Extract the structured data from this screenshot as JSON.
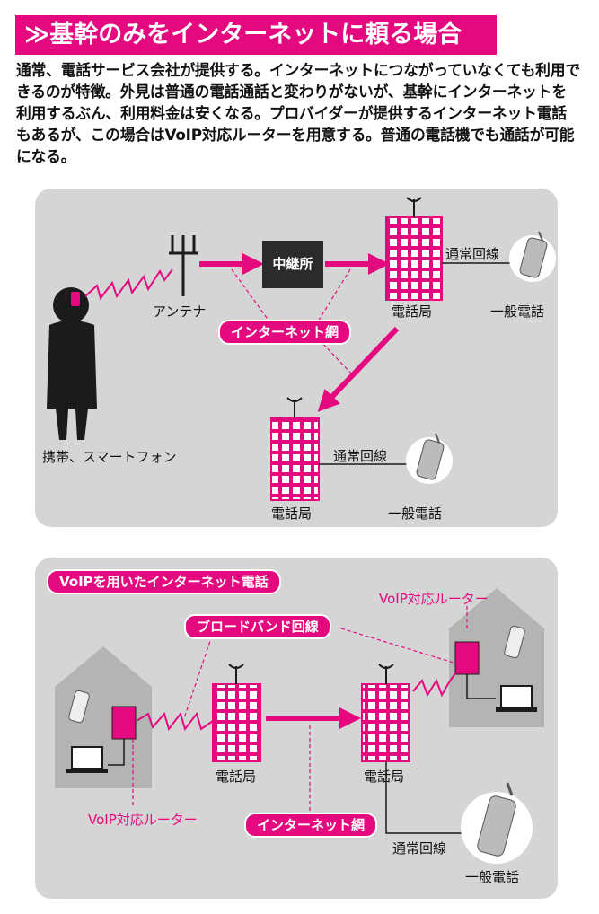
{
  "title": "≫基幹のみをインターネットに頼る場合",
  "intro": "通常、電話サービス会社が提供する。インターネットにつながっていなくても利用できるのが特徴。外見は普通の電話通話と変わりがないが、基幹にインターネットを利用するぶん、利用料金は安くなる。プロバイダーが提供するインターネット電話もあるが、この場合はVoIP対応ルーターを用意する。普通の電話機でも通話が可能になる。",
  "top": {
    "antenna": "アンテナ",
    "relay": "中継所",
    "station_1": "電話局",
    "normal_line_1": "通常回線",
    "phone_1": "一般電話",
    "internet": "インターネット網",
    "mobile": "携帯、スマートフォン",
    "station_2": "電話局",
    "normal_line_2": "通常回線",
    "phone_2": "一般電話"
  },
  "bottom": {
    "heading": "VoIPを用いたインターネット電話",
    "router_right": "VoIP対応ルーター",
    "broadband": "ブロードバンド回線",
    "station_left": "電話局",
    "station_right": "電話局",
    "router_left": "VoIP対応ルーター",
    "internet": "インターネット網",
    "normal_line": "通常回線",
    "phone": "一般電話"
  },
  "colors": {
    "accent": "#e5097f",
    "panel": "#d5d5d5",
    "building": "#f7b6d3",
    "dark": "#1f1f1f"
  }
}
